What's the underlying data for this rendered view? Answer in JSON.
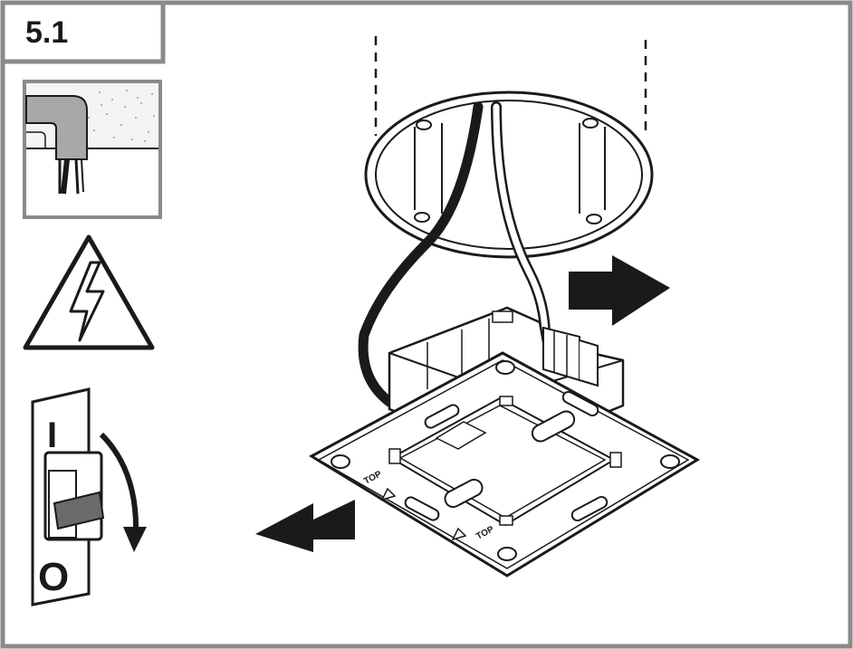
{
  "step": {
    "number": "5.1"
  },
  "switch": {
    "on_label": "I",
    "off_label": "O"
  },
  "plate": {
    "top_marking_1": "TOP",
    "top_marking_2": "TOP"
  },
  "colors": {
    "frame": "#8a8a8a",
    "ink": "#1a1a1a",
    "cable_white": "#ffffff",
    "switch_lever": "#6b6b6b",
    "sleeve_grey": "#a8a8a8"
  }
}
